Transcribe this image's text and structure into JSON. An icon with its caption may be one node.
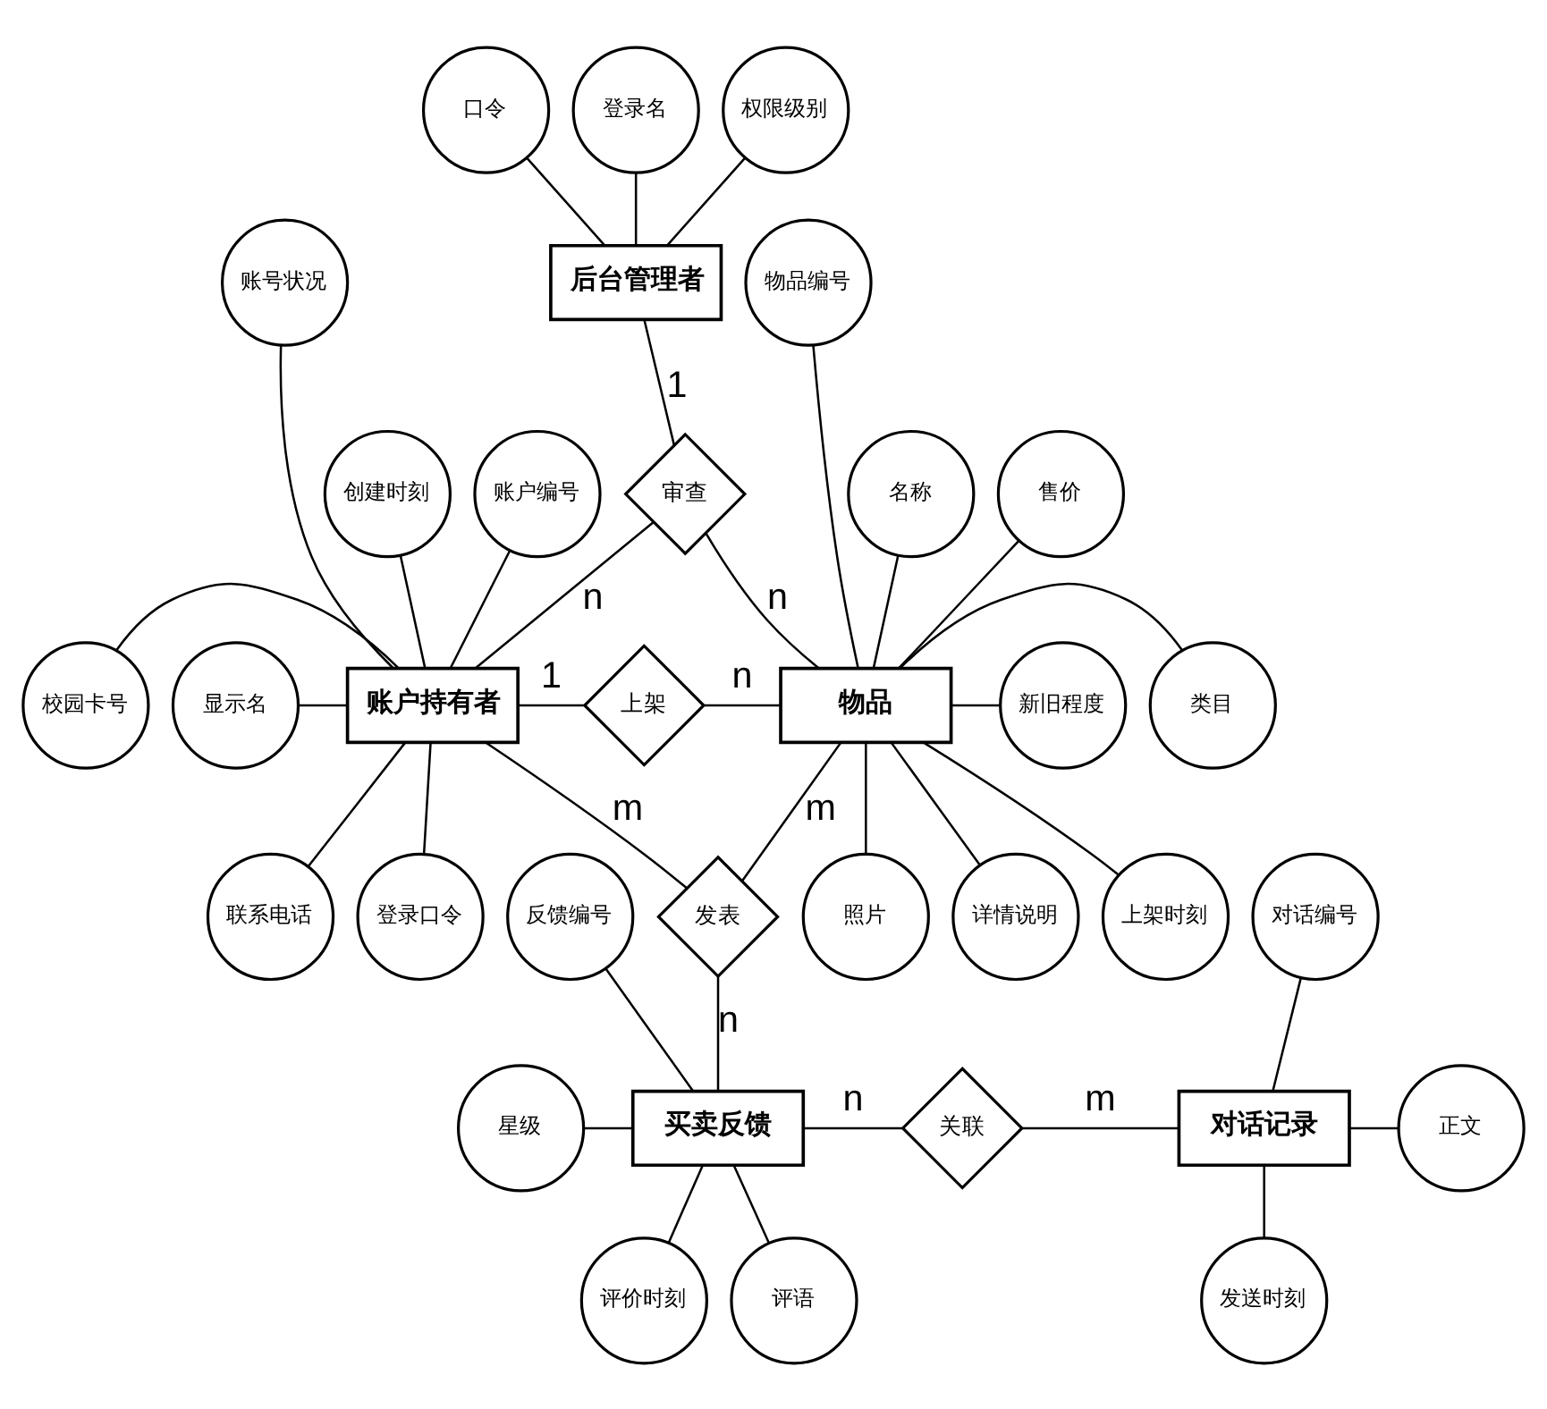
{
  "diagram": {
    "nodes": [
      {
        "text": [
          "口令"
        ]
      },
      {
        "text": [
          "登录名"
        ]
      },
      {
        "text": [
          "权限级别"
        ]
      },
      {
        "text": [
          "后台管理者"
        ]
      },
      {
        "text": [
          "物品编号"
        ]
      },
      {
        "text": [
          "账号状况"
        ]
      },
      {
        "text": [
          "名称"
        ]
      },
      {
        "text": [
          "创建时刻"
        ]
      },
      {
        "text": [
          "审查"
        ]
      },
      {
        "text": [
          "售价"
        ]
      },
      {
        "text": [
          "账户编号"
        ]
      },
      {
        "text": [
          "类目"
        ]
      },
      {
        "text": [
          "校园卡号"
        ]
      },
      {
        "text": [
          "新旧程度"
        ]
      },
      {
        "text": [
          "显示名"
        ]
      },
      {
        "text": [
          "账户持有者"
        ]
      },
      {
        "text": [
          "上架"
        ]
      },
      {
        "text": [
          "物品"
        ]
      },
      {
        "text": [
          "详情说明"
        ]
      },
      {
        "text": [
          "登录口令"
        ]
      },
      {
        "text": [
          "上架时刻"
        ]
      },
      {
        "text": [
          "联系电话"
        ]
      },
      {
        "text": [
          "照片"
        ]
      },
      {
        "text": [
          "发表"
        ]
      },
      {
        "text": [
          "反馈编号"
        ]
      },
      {
        "text": [
          "对话编号"
        ]
      },
      {
        "text": [
          "星级"
        ]
      },
      {
        "text": [
          "买卖反馈"
        ]
      },
      {
        "text": [
          "关联"
        ]
      },
      {
        "text": [
          "对话记录"
        ]
      },
      {
        "text": [
          "正文"
        ]
      },
      {
        "text": [
          "评语"
        ]
      },
      {
        "text": [
          "发送时刻"
        ]
      },
      {
        "text": [
          "评价时刻"
        ]
      }
    ],
    "edges": [
      {
        "from": 1,
        "to": 3,
        "arrow": "none"
      },
      {
        "from": 0,
        "to": 3,
        "arrow": "none"
      },
      {
        "from": 2,
        "to": 3,
        "arrow": "none"
      },
      {
        "from": 3,
        "to": 8,
        "arrow": "none",
        "label": "1"
      },
      {
        "from": 8,
        "to": 15,
        "arrow": "none",
        "label": "n"
      },
      {
        "from": 8,
        "to": 17,
        "arrow": "none",
        "label": "n"
      },
      {
        "from": 5,
        "to": 15,
        "arrow": "none"
      },
      {
        "from": 7,
        "to": 15,
        "arrow": "none"
      },
      {
        "from": 10,
        "to": 15,
        "arrow": "none"
      },
      {
        "from": 12,
        "to": 15,
        "arrow": "none"
      },
      {
        "from": 14,
        "to": 15,
        "arrow": "none"
      },
      {
        "from": 15,
        "to": 19,
        "arrow": "none"
      },
      {
        "from": 15,
        "to": 21,
        "arrow": "none"
      },
      {
        "from": 15,
        "to": 16,
        "arrow": "none",
        "label": "1"
      },
      {
        "from": 16,
        "to": 17,
        "arrow": "none",
        "label": "n"
      },
      {
        "from": 4,
        "to": 17,
        "arrow": "none"
      },
      {
        "from": 6,
        "to": 17,
        "arrow": "none"
      },
      {
        "from": 9,
        "to": 17,
        "arrow": "none"
      },
      {
        "from": 17,
        "to": 11,
        "arrow": "none"
      },
      {
        "from": 17,
        "to": 13,
        "arrow": "none"
      },
      {
        "from": 17,
        "to": 18,
        "arrow": "none"
      },
      {
        "from": 17,
        "to": 20,
        "arrow": "none"
      },
      {
        "from": 17,
        "to": 22,
        "arrow": "none"
      },
      {
        "from": 15,
        "to": 23,
        "arrow": "none",
        "label": "m"
      },
      {
        "from": 17,
        "to": 23,
        "arrow": "none",
        "label": "m"
      },
      {
        "from": 23,
        "to": 27,
        "arrow": "none",
        "label": "n"
      },
      {
        "from": 24,
        "to": 27,
        "arrow": "none"
      },
      {
        "from": 26,
        "to": 27,
        "arrow": "none"
      },
      {
        "from": 27,
        "to": 31,
        "arrow": "none"
      },
      {
        "from": 27,
        "to": 33,
        "arrow": "none"
      },
      {
        "from": 27,
        "to": 28,
        "arrow": "none",
        "label": "n"
      },
      {
        "from": 28,
        "to": 29,
        "arrow": "none",
        "label": "m"
      },
      {
        "from": 25,
        "to": 29,
        "arrow": "none"
      },
      {
        "from": 29,
        "to": 30,
        "arrow": "none"
      },
      {
        "from": 29,
        "to": 32,
        "arrow": "none"
      }
    ]
  }
}
